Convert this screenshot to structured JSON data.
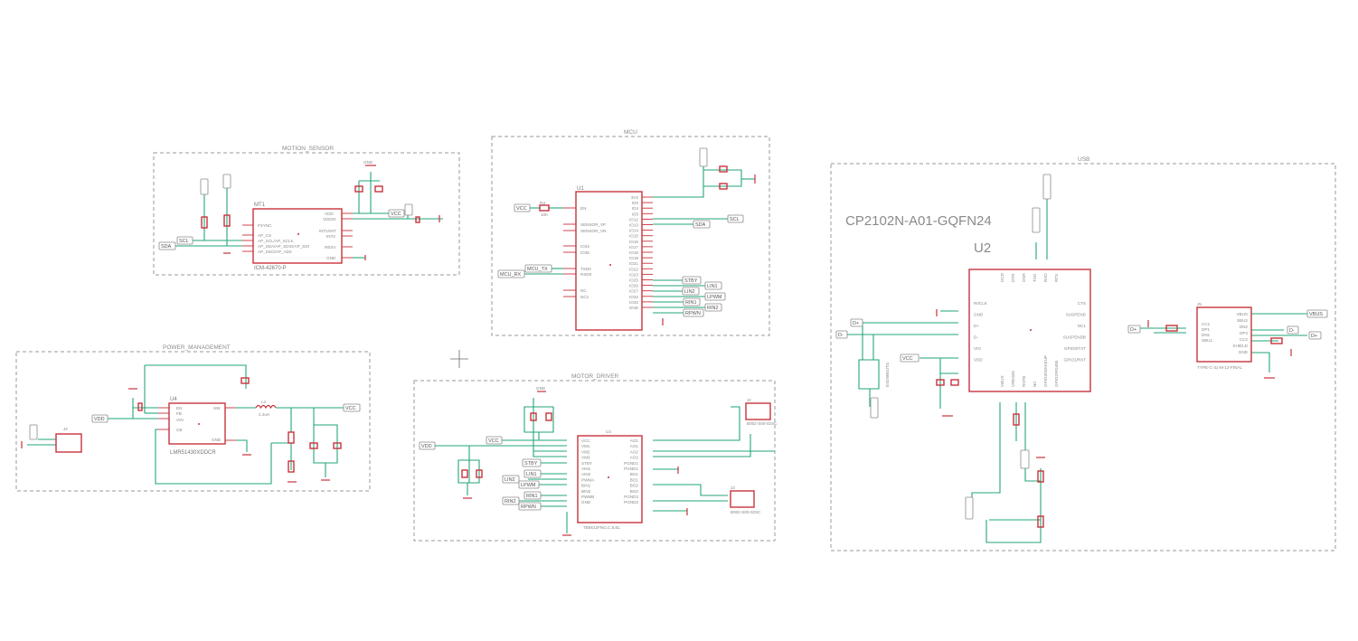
{
  "sheets": {
    "motion": "MOTION_SENSOR",
    "mcu": "MCU",
    "usb": "USB",
    "power": "POWER_MANAGEMENT",
    "motor": "MOTOR_DRIVER"
  },
  "components": {
    "mt1_ref": "MT1",
    "mt1_value": "ICM-42670-P",
    "u1_ref": "U1",
    "u2_ref": "U2",
    "u2_value": "CP2102N-A01-GQFN24",
    "u4_ref": "U4",
    "u4_value": "LMR51430XDDCR",
    "u3_ref": "U3",
    "u3_value": "TB6612FNG,C,8,EL",
    "j4_ref": "J4",
    "j2_ref": "J2",
    "j3_ref": "J3",
    "j2_value": "B002-S00-02SC",
    "j3_value": "B002-S00-02SC",
    "j5_ref": "J5",
    "j5_value": "TYPE-C-31-M-12-FINAL",
    "l4_ref": "L4",
    "l4_value": "2.2uH",
    "r3_ref": "R3",
    "r3_value": "10K",
    "esd_value": "ESD5B5UTG"
  },
  "nets": {
    "vcc": "VCC",
    "gnd": "GND",
    "sda": "SDA",
    "scl": "SCL",
    "vdd": "VDD",
    "vbus": "VBUS",
    "mcu_rx": "MCU_RX",
    "mcu_tx": "MCU_TX",
    "stby": "STBY",
    "lin1": "LIN1",
    "lin2": "LIN2",
    "lpwm": "LPWM",
    "rin1": "RIN1",
    "rin2": "RIN2",
    "rpwm": "RPWN",
    "dp": "D+",
    "dm": "D-"
  },
  "pins": {
    "mt1_left": [
      "FSYNC",
      "AP_CS",
      "AP_SCL/AP_SCLK",
      "AP_SDA/AP_SDIO/AP_SDI",
      "AP_SDO/AP_AD0"
    ],
    "mt1_right": [
      "VDD",
      "VDDIO",
      "INT1/INT",
      "INT2",
      "RESV",
      "GND"
    ],
    "u1_left": [
      "EN",
      "SENSOR_VP",
      "SENSOR_VN",
      "IO34",
      "IO35",
      "TXD0",
      "RXD0",
      "NC",
      "NC1"
    ],
    "u1_right": [
      "3V3",
      "IO0",
      "IO4",
      "IO5",
      "IO12",
      "IO13",
      "IO14",
      "IO15",
      "IO16",
      "IO17",
      "IO18",
      "IO19",
      "IO21",
      "IO22",
      "IO23",
      "IO25",
      "IO26",
      "IO27",
      "IO32",
      "IO33",
      "GND"
    ],
    "u4_left": [
      "EN",
      "FB",
      "VIN",
      "CB"
    ],
    "u4_right": [
      "SW",
      "GND"
    ],
    "u3_left": [
      "VCC",
      "VM1",
      "VM2",
      "VM3",
      "STBY",
      "AIN1",
      "AIN2",
      "PWMA",
      "BIN1",
      "BIN2",
      "PWMB",
      "GND"
    ],
    "u3_right": [
      "AO1",
      "AO1",
      "AO2",
      "AO2",
      "PGND1",
      "PGND1",
      "BO1",
      "BO1",
      "BO2",
      "BO2",
      "PGND2",
      "PGND2"
    ],
    "u2_top": [
      "DCD",
      "DTR",
      "DSR",
      "TXD",
      "RXD",
      "RTS"
    ],
    "u2_left": [
      "RI/CLK",
      "GND",
      "D+",
      "D-",
      "VIO",
      "VDD"
    ],
    "u2_right": [
      "CTS",
      "SUSPEND",
      "NC1",
      "SUSPENDB",
      "GPIO0/TXT",
      "GPIO1/RXT"
    ],
    "u2_bottom": [
      "VBUS",
      "VREGIN",
      "RSTB",
      "NC",
      "GPIO3/WAKEUP",
      "GPIO2/RS485"
    ],
    "j5_left": [
      "CC1",
      "DP1",
      "DN1",
      "SBU1"
    ],
    "j5_right": [
      "VBUS",
      "SBU2",
      "DN2",
      "DP2",
      "CC2",
      "SHIELD",
      "GND"
    ]
  }
}
